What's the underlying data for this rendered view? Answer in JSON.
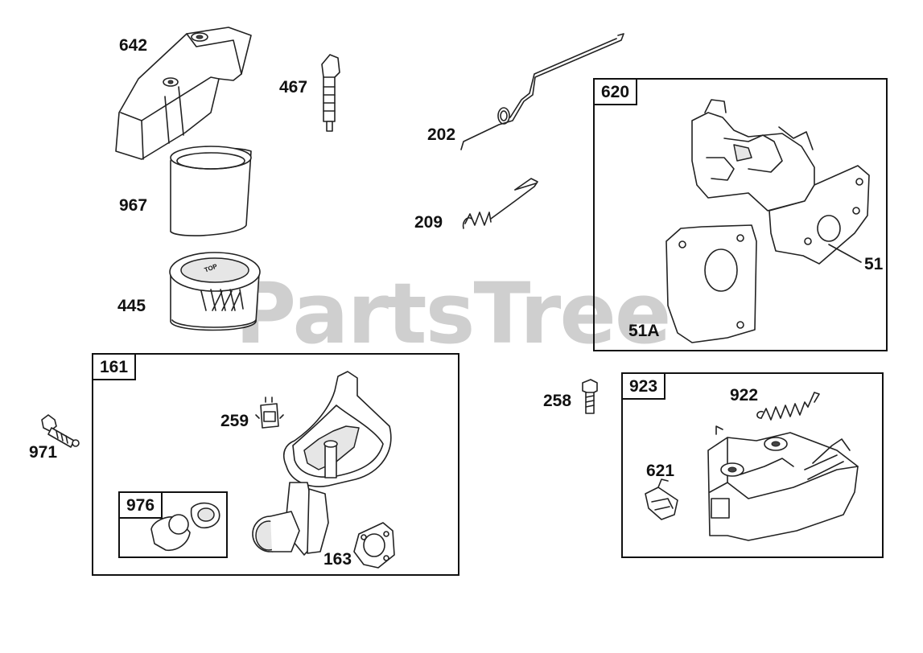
{
  "watermark": {
    "text": "PartsTree",
    "trademark": "™"
  },
  "parts": [
    {
      "number": "642"
    },
    {
      "number": "467"
    },
    {
      "number": "202"
    },
    {
      "number": "967"
    },
    {
      "number": "209"
    },
    {
      "number": "445"
    },
    {
      "number": "971"
    },
    {
      "number": "259"
    },
    {
      "number": "163"
    },
    {
      "number": "258"
    },
    {
      "number": "922"
    },
    {
      "number": "621"
    },
    {
      "number": "51"
    },
    {
      "number": "51A"
    }
  ],
  "groups": [
    {
      "number": "620"
    },
    {
      "number": "161"
    },
    {
      "number": "976"
    },
    {
      "number": "923"
    }
  ],
  "decals": {
    "filter_top": "TOP"
  },
  "colors": {
    "line": "#222222",
    "watermark": "#cfcfcf",
    "background": "#ffffff"
  }
}
